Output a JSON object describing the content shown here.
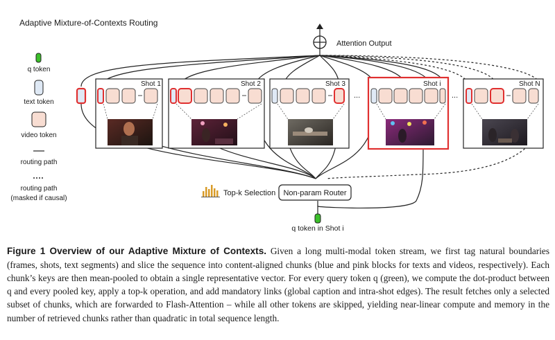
{
  "figure": {
    "title": "Adaptive Mixture-of-Contexts Routing",
    "attention_output_label": "Attention Output",
    "legend": {
      "q_token": "q token",
      "text_token": "text token",
      "video_token": "video token",
      "routing_path": "routing path",
      "routing_path_masked": "routing path",
      "routing_path_masked_note": "(masked if causal)"
    },
    "shots": [
      "Shot 1",
      "Shot 2",
      "Shot 3",
      "Shot i",
      "Shot N"
    ],
    "ellipsis": "...",
    "topk_label": "Top-k Selection",
    "router_label": "Non-param Router",
    "query_label": "q token in Shot i",
    "colors": {
      "q_token": "#3bbf2a",
      "text_token": "#dfe9f5",
      "video_token": "#f8ddd2",
      "highlight": "#e03030",
      "topk_bars": "#d89b28"
    }
  },
  "caption": {
    "label": "Figure 1 Overview of our Adaptive Mixture of Contexts.",
    "text": "Given a long multi-modal token stream, we first tag natural boundaries (frames, shots, text segments) and slice the sequence into content-aligned chunks (blue and pink blocks for texts and videos, respectively). Each chunk’s keys are then mean-pooled to obtain a single representative vector. For every query token q (green), we compute the dot-product between q and every pooled key, apply a top-k operation, and add mandatory links (global caption and intra-shot edges). The result fetches only a selected subset of chunks, which are forwarded to Flash-Attention – while all other tokens are skipped, yielding near-linear compute and memory in the number of retrieved chunks rather than quadratic in total sequence length."
  }
}
